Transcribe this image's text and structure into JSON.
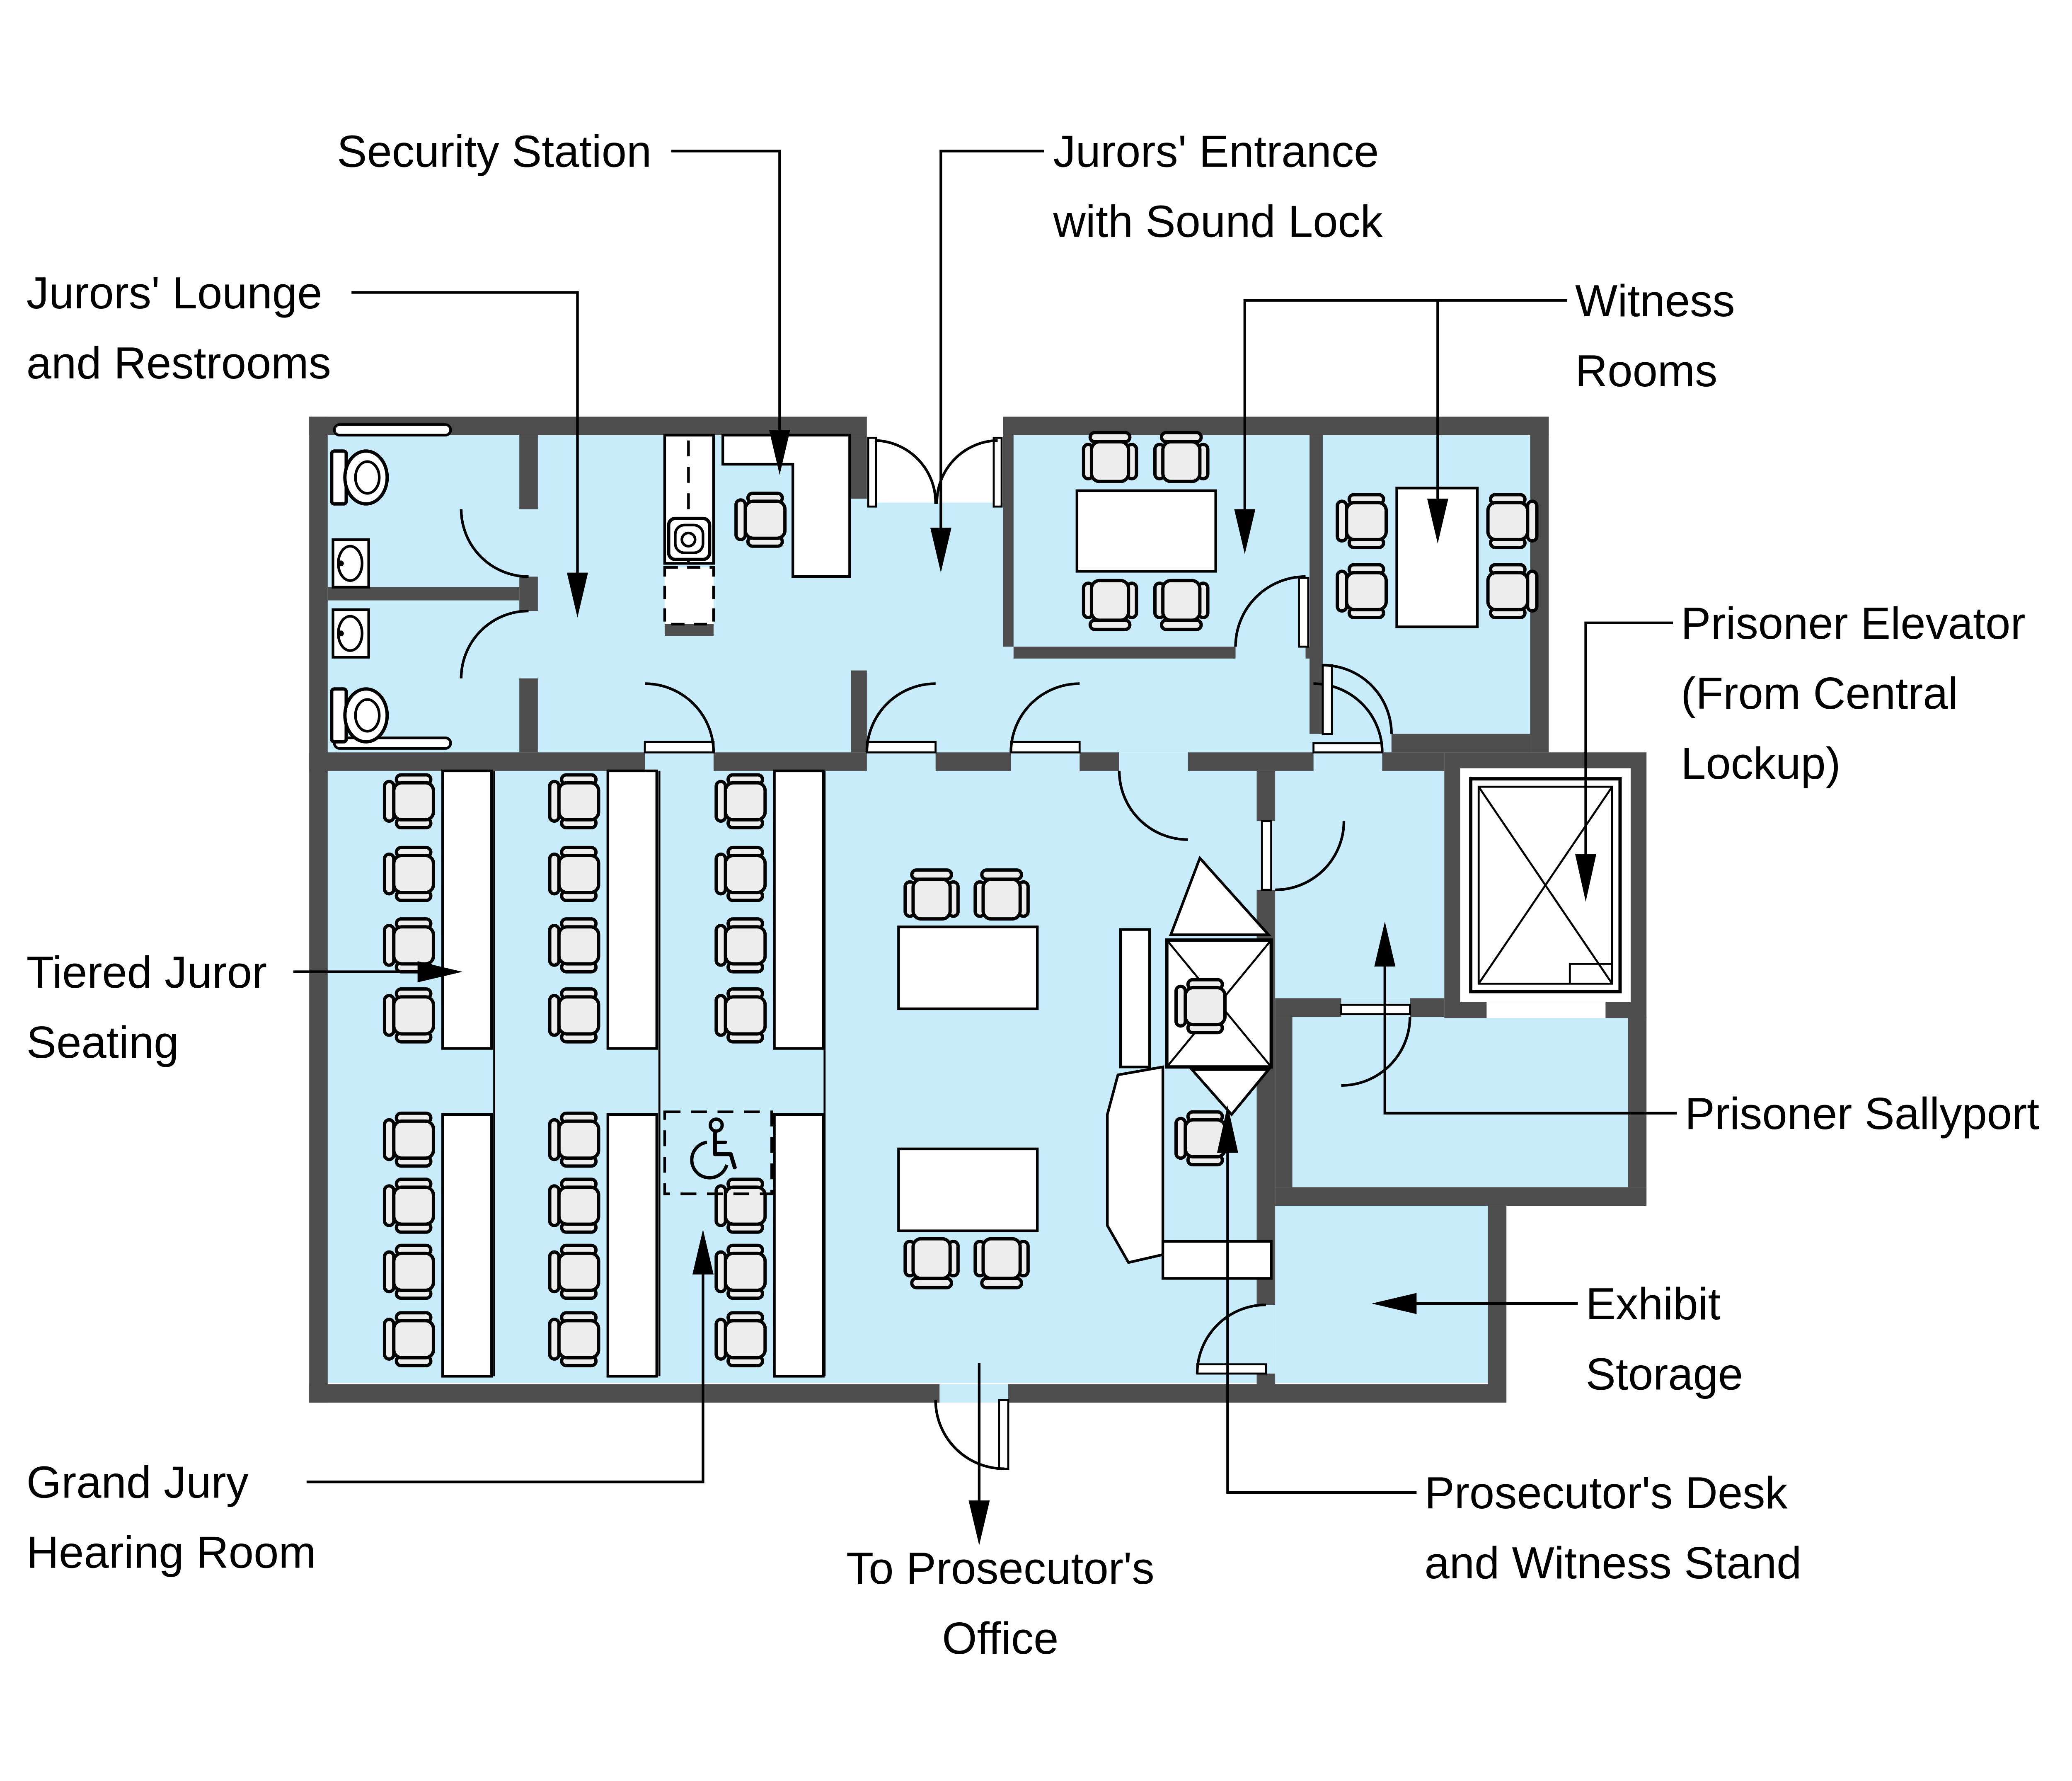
{
  "diagram_type": "floor-plan",
  "labels": {
    "security_station": {
      "lines": [
        "Security Station"
      ]
    },
    "jurors_entrance": {
      "lines": [
        "Jurors' Entrance",
        "with Sound Lock"
      ]
    },
    "jurors_lounge": {
      "lines": [
        "Jurors' Lounge",
        "and Restrooms"
      ]
    },
    "witness_rooms": {
      "lines": [
        "Witness",
        "Rooms"
      ]
    },
    "prisoner_elevator": {
      "lines": [
        "Prisoner Elevator",
        "(From Central",
        "Lockup)"
      ]
    },
    "tiered_juror_seating": {
      "lines": [
        "Tiered Juror",
        "Seating"
      ]
    },
    "prisoner_sallyport": {
      "lines": [
        "Prisoner Sallyport"
      ]
    },
    "exhibit_storage": {
      "lines": [
        "Exhibit",
        "Storage"
      ]
    },
    "grand_jury_hearing_room": {
      "lines": [
        "Grand Jury",
        "Hearing Room"
      ]
    },
    "to_prosecutors_office": {
      "lines": [
        "To Prosecutor's",
        "Office"
      ]
    },
    "prosecutors_desk_witness_stand": {
      "lines": [
        "Prosecutor's Desk",
        "and Witness Stand"
      ]
    }
  },
  "colors": {
    "background": "#FFFFFF",
    "floor": "#C9ECFB",
    "wall": "#4D4D4D",
    "line": "#000000",
    "furniture": "#FFFFFF",
    "chair": "#EDEDED"
  }
}
